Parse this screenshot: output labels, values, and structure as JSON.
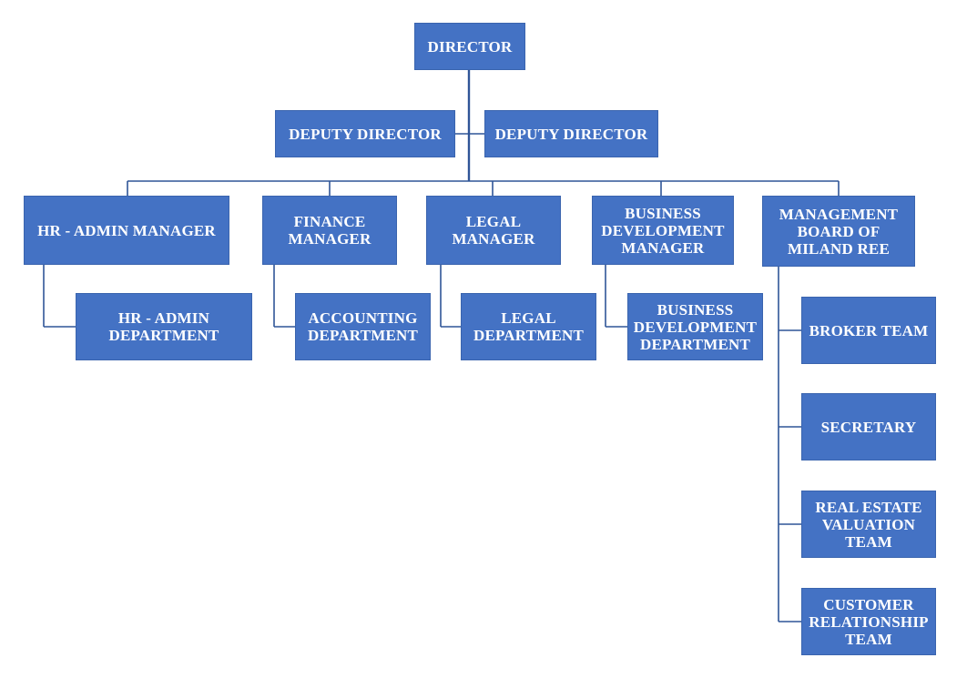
{
  "nodes": {
    "director": "DIRECTOR",
    "deputy_left": "DEPUTY DIRECTOR",
    "deputy_right": "DEPUTY DIRECTOR",
    "hr_manager": "HR - ADMIN MANAGER",
    "finance_manager": "FINANCE\nMANAGER",
    "legal_manager": "LEGAL\nMANAGER",
    "bizdev_manager": "BUSINESS\nDEVELOPMENT\nMANAGER",
    "board": "MANAGEMENT\nBOARD OF\nMILAND REE",
    "hr_dept": "HR - ADMIN\nDEPARTMENT",
    "accounting_dept": "ACCOUNTING\nDEPARTMENT",
    "legal_dept": "LEGAL\nDEPARTMENT",
    "bizdev_dept": "BUSINESS\nDEVELOPMENT\nDEPARTMENT",
    "broker_team": "BROKER TEAM",
    "secretary": "SECRETARY",
    "valuation_team": "REAL ESTATE\nVALUATION\nTEAM",
    "customer_team": "CUSTOMER\nRELATIONSHIP\nTEAM"
  }
}
